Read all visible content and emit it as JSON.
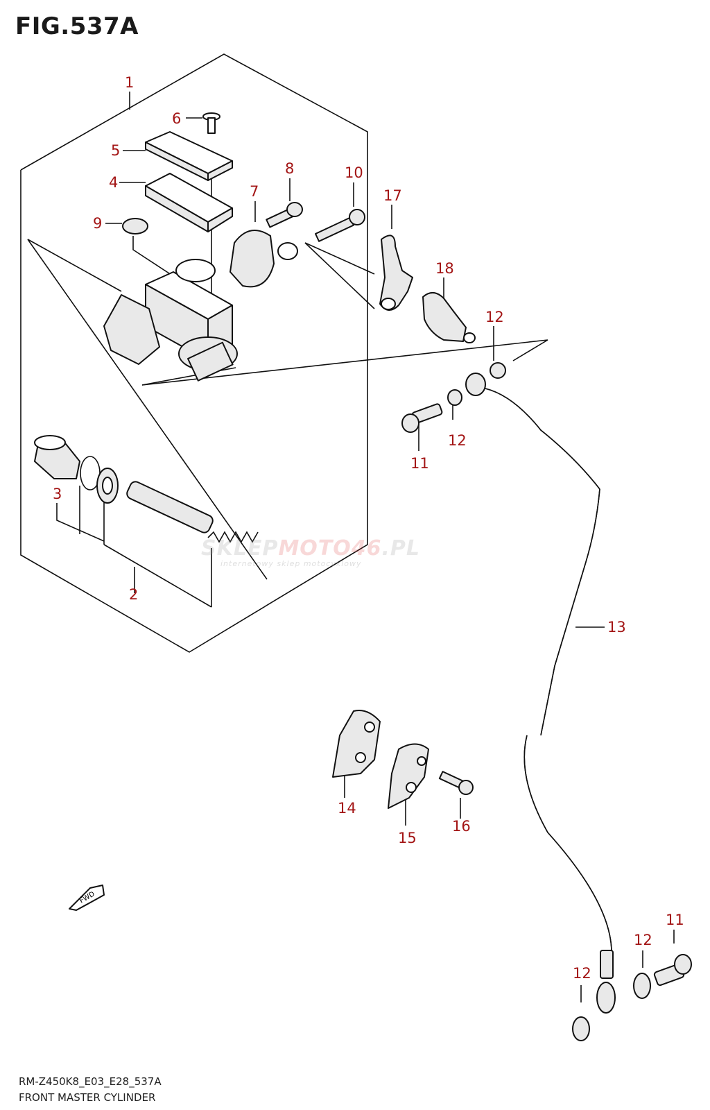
{
  "header": {
    "title": "FIG.537A"
  },
  "footer": {
    "code": "RM-Z450K8_E03_E28_537A",
    "name": "FRONT MASTER CYLINDER"
  },
  "watermark": {
    "brand_a": "SKLEP",
    "brand_b": "MOTO46",
    "brand_c": ".PL",
    "tagline": "internetowy sklep motocyklowy"
  },
  "callouts": {
    "c1": "1",
    "c2": "2",
    "c3": "3",
    "c4": "4",
    "c5": "5",
    "c6": "6",
    "c7": "7",
    "c8": "8",
    "c9": "9",
    "c10": "10",
    "c11a": "11",
    "c11b": "11",
    "c12a": "12",
    "c12b": "12",
    "c12c": "12",
    "c12d": "12",
    "c13": "13",
    "c14": "14",
    "c15": "15",
    "c16": "16",
    "c17": "17",
    "c18": "18"
  },
  "fwd_label": "FWD",
  "colors": {
    "callout": "#a31515",
    "line": "#111111"
  }
}
